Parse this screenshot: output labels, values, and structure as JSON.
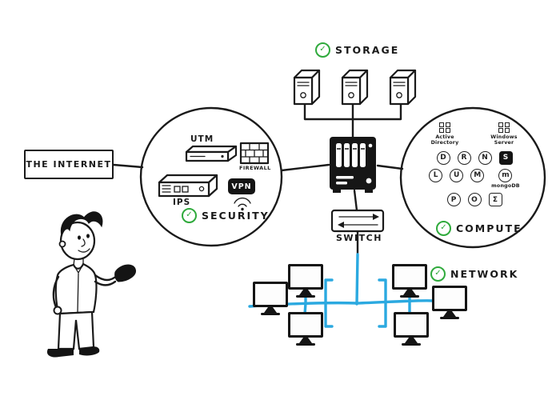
{
  "colors": {
    "ink": "#1a1a1a",
    "accent_green": "#2faa3c",
    "network_blue": "#2ba9e0"
  },
  "check_glyph": "✓",
  "internet": {
    "label": "THE INTERNET"
  },
  "security": {
    "title": "SECURITY",
    "utm": "UTM",
    "firewall": "FIREWALL",
    "ips": "IPS",
    "vpn": "VPN"
  },
  "storage": {
    "title": "STORAGE"
  },
  "switch": {
    "label": "SWITCH"
  },
  "compute": {
    "title": "COMPUTE",
    "labels": {
      "active_directory": "Active Directory",
      "windows_server": "Windows Server",
      "mongodb": "mongoDB"
    },
    "glyphs": {
      "docker": "D",
      "redis": "R",
      "nginx": "N",
      "shield": "S",
      "linux": "L",
      "ubuntu": "U",
      "mariadb": "M",
      "mongo": "m",
      "postgres": "P",
      "openshift": "O",
      "sigma": "Σ"
    }
  },
  "network": {
    "title": "NETWORK"
  }
}
